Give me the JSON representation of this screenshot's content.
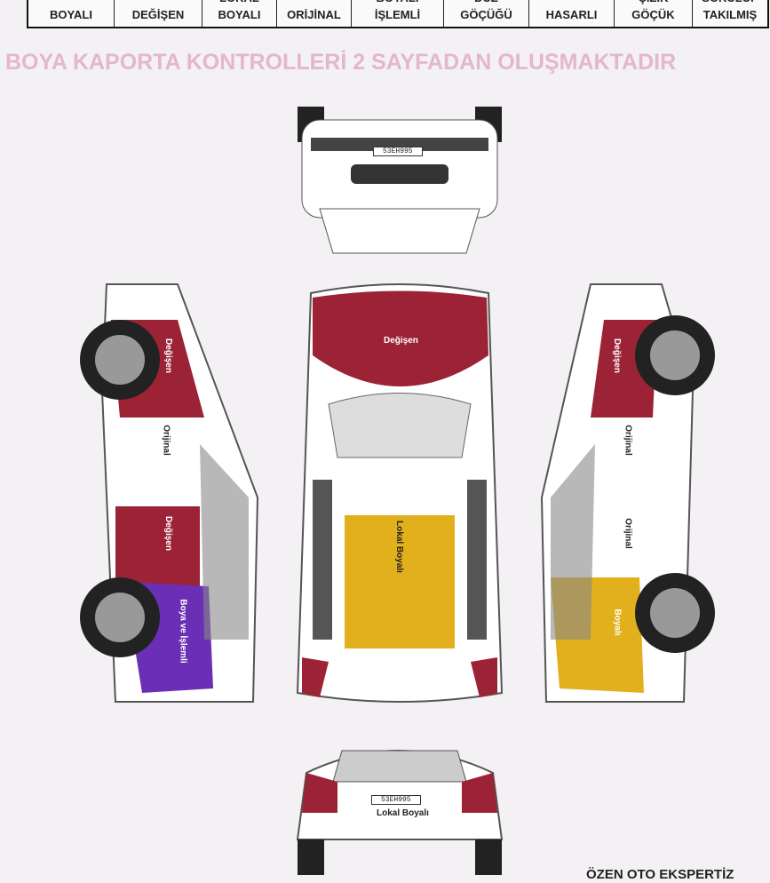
{
  "legend_table": {
    "columns": [
      "BOYALI",
      "DEĞİŞEN",
      "LOKAL\nBOYALI",
      "ORİJİNAL",
      "BOYALI\nİŞLEMLİ",
      "DÜZ\nGÖÇÜĞÜ",
      "HASARLI",
      "ÇİZİK\nGÖÇÜK",
      "SÖKÜLÜP\nTAKILMIŞ"
    ]
  },
  "banner": "BOYA KAPORTA KONTROLLERİ 2 SAYFADAN OLUŞMAKTADIR",
  "plate": "53EH995",
  "diagram": {
    "top": {
      "roof": "Değişen",
      "center": "Lokal Boyalı"
    },
    "left": [
      "Değişen",
      "Orijinal",
      "Değişen",
      "Boya ve İşlemli"
    ],
    "right": [
      "Değişen",
      "Orijinal",
      "Orijinal",
      "Boyalı"
    ],
    "rear": "Lokal Boyalı"
  },
  "colors": {
    "degisen": "#9b2335",
    "lokal": "#e2b01c",
    "islemli": "#6a2fb5"
  },
  "footer": "ÖZEN OTO EKSPERTİZ"
}
